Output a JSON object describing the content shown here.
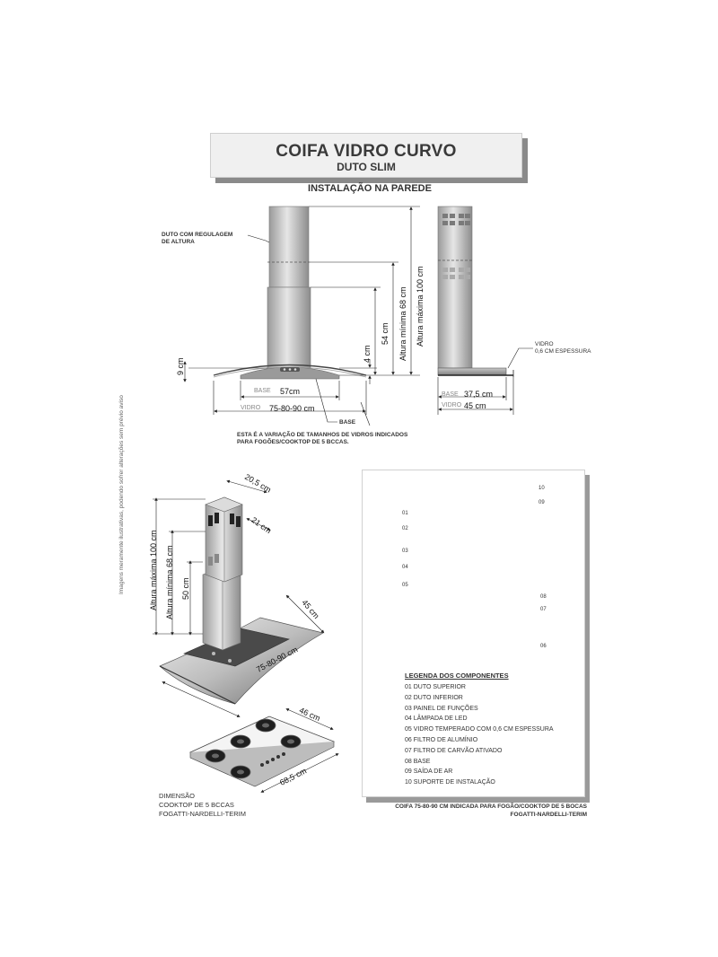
{
  "header": {
    "title": "COIFA VIDRO CURVO",
    "subtitle": "DUTO SLIM",
    "section": "INSTALAÇÃO NA PAREDE"
  },
  "front_view": {
    "label_duct_line1": "DUTO COM REGULAGEM",
    "label_duct_line2": "DE ALTURA",
    "dim_9cm": "9 cm",
    "dim_4cm": "4 cm",
    "dim_54cm": "54 cm",
    "dim_min": "Altura mínima 68 cm",
    "dim_max": "Altura máxima 100 cm",
    "base_word": "BASE",
    "base_value": "57cm",
    "glass_word": "VIDRO",
    "glass_value": "75-80-90 cm",
    "base_callout": "BASE",
    "note_line1": "ESTA É A VARIAÇÃO DE TAMANHOS DE VIDROS INDICADOS",
    "note_line2": "PARA FOGÕES/COOKTOP DE 5 BCCAS."
  },
  "side_view": {
    "glass_label_line1": "VIDRO",
    "glass_label_line2": "0,6 CM ESPESSURA",
    "base_word": "BASE",
    "base_value": "37,5 cm",
    "glass_word": "VIDRO",
    "glass_value": "45 cm"
  },
  "iso_view": {
    "dim_205": "20,5 cm",
    "dim_21": "21 cm",
    "dim_max": "Altura máxima 100 cm",
    "dim_min": "Altura mínima 68 cm",
    "dim_50": "50 cm",
    "dim_45": "45 cm",
    "dim_width": "75-80-90 cm"
  },
  "cooktop": {
    "dim_depth": "46 cm",
    "dim_width": "68,5 cm",
    "caption_line1": "DIMENSÃO",
    "caption_line2": "COOKTOP DE 5 BCCAS",
    "caption_line3": "FOGATTI-NARDELLI-TERIM"
  },
  "components": {
    "callouts": [
      "01",
      "02",
      "03",
      "04",
      "05",
      "06",
      "07",
      "08",
      "09",
      "10"
    ],
    "legend_title": "LEGENDA DOS COMPONENTES",
    "legend": [
      "01 DUTO SUPERIOR",
      "02 DUTO INFERIOR",
      "03 PAINEL DE FUNÇÕES",
      "04 LÂMPADA DE LED",
      "05 VIDRO TEMPERADO COM 0,6 CM ESPESSURA",
      "06 FILTRO DE ALUMÍNIO",
      "07 FILTRO DE CARVÃO ATIVADO",
      "08 BASE",
      "09 SAÍDA DE AR",
      "10 SUPORTE DE INSTALAÇÃO"
    ],
    "caption_line1": "COIFA 75-80-90 CM INDICADA PARA FOGÃO/COOKTOP DE 5 BOCAS",
    "caption_line2": "FOGATTI-NARDELLI-TERIM"
  },
  "side_note": "Imagens meramente ilustrativas, podendo sofrer alterações sem prévio aviso"
}
